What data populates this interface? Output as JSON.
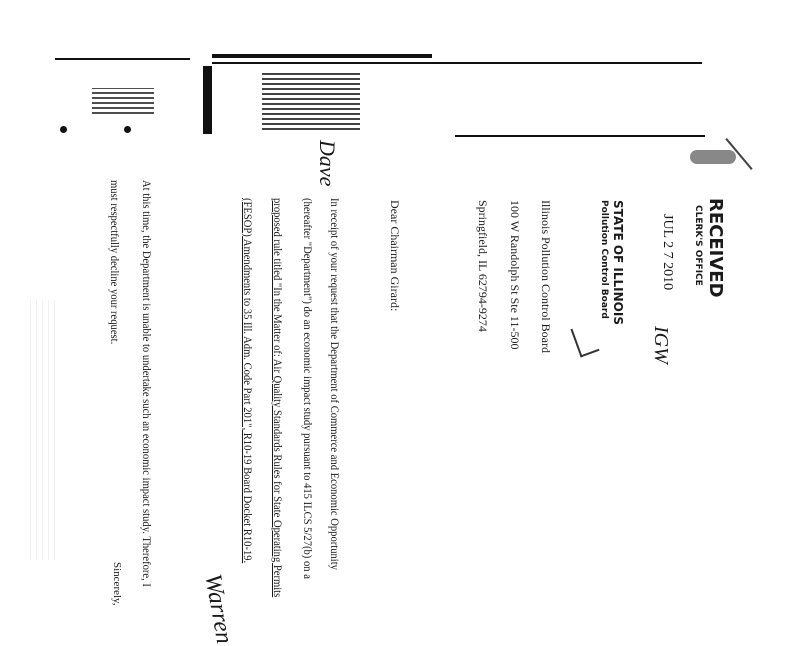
{
  "stamp": {
    "received": "RECEIVED",
    "clerks_office": "CLERK'S OFFICE",
    "date": "JUL 2 7 2010",
    "state": "STATE OF ILLINOIS",
    "board": "Pollution Control Board"
  },
  "handwritten": {
    "pages": "IGW",
    "initial": "Dave"
  },
  "address": {
    "line1": "Illinois Pollution Control Board",
    "line2": "100 W Randolph St Ste 11-500",
    "line3": "Springfield, IL 62794-9274"
  },
  "salutation": "Dear Chairman Girard:",
  "body": {
    "line1": "In receipt of your request that the Department of Commerce and Economic Opportunity",
    "line2": "(hereafter \"Department\") do an economic impact study pursuant to 415 ILCS 5/27(b) on a",
    "line3": "proposed rule titled \"In the Matter of: Air Quality Standards Rules for State Operating Permits",
    "line4": "(FESOP) Amendments to 35 Ill. Adm. Code Part 201\", R10-19 Board Docket R10-19.",
    "line5": "At this time, the Department is unable to undertake such an economic impact study. Therefore, I",
    "line6": "must respectfully decline your request."
  },
  "closing": {
    "word": "Sincerely,",
    "signature": "Warren"
  }
}
